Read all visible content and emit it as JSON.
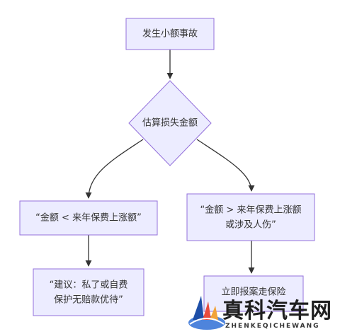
{
  "nodes": {
    "start": "发生小额事故",
    "decision": "估算损失金额",
    "left_condition": "“金额 < 来年保费上涨额”",
    "right_condition_line1": "“金额 > 来年保费上涨额",
    "right_condition_line2": "或涉及人伤”",
    "left_result_line1": "“建议：私了或自费",
    "left_result_line2": "保护无赔款优待”",
    "right_result": "立即报案走保险"
  },
  "watermark": {
    "name_cn": "真科汽车网",
    "name_en": "ZHENKEQICHEWANG"
  },
  "colors": {
    "node_fill": "#ECECFF",
    "node_stroke": "#9370DB",
    "edge": "#333333",
    "text": "#333333"
  }
}
